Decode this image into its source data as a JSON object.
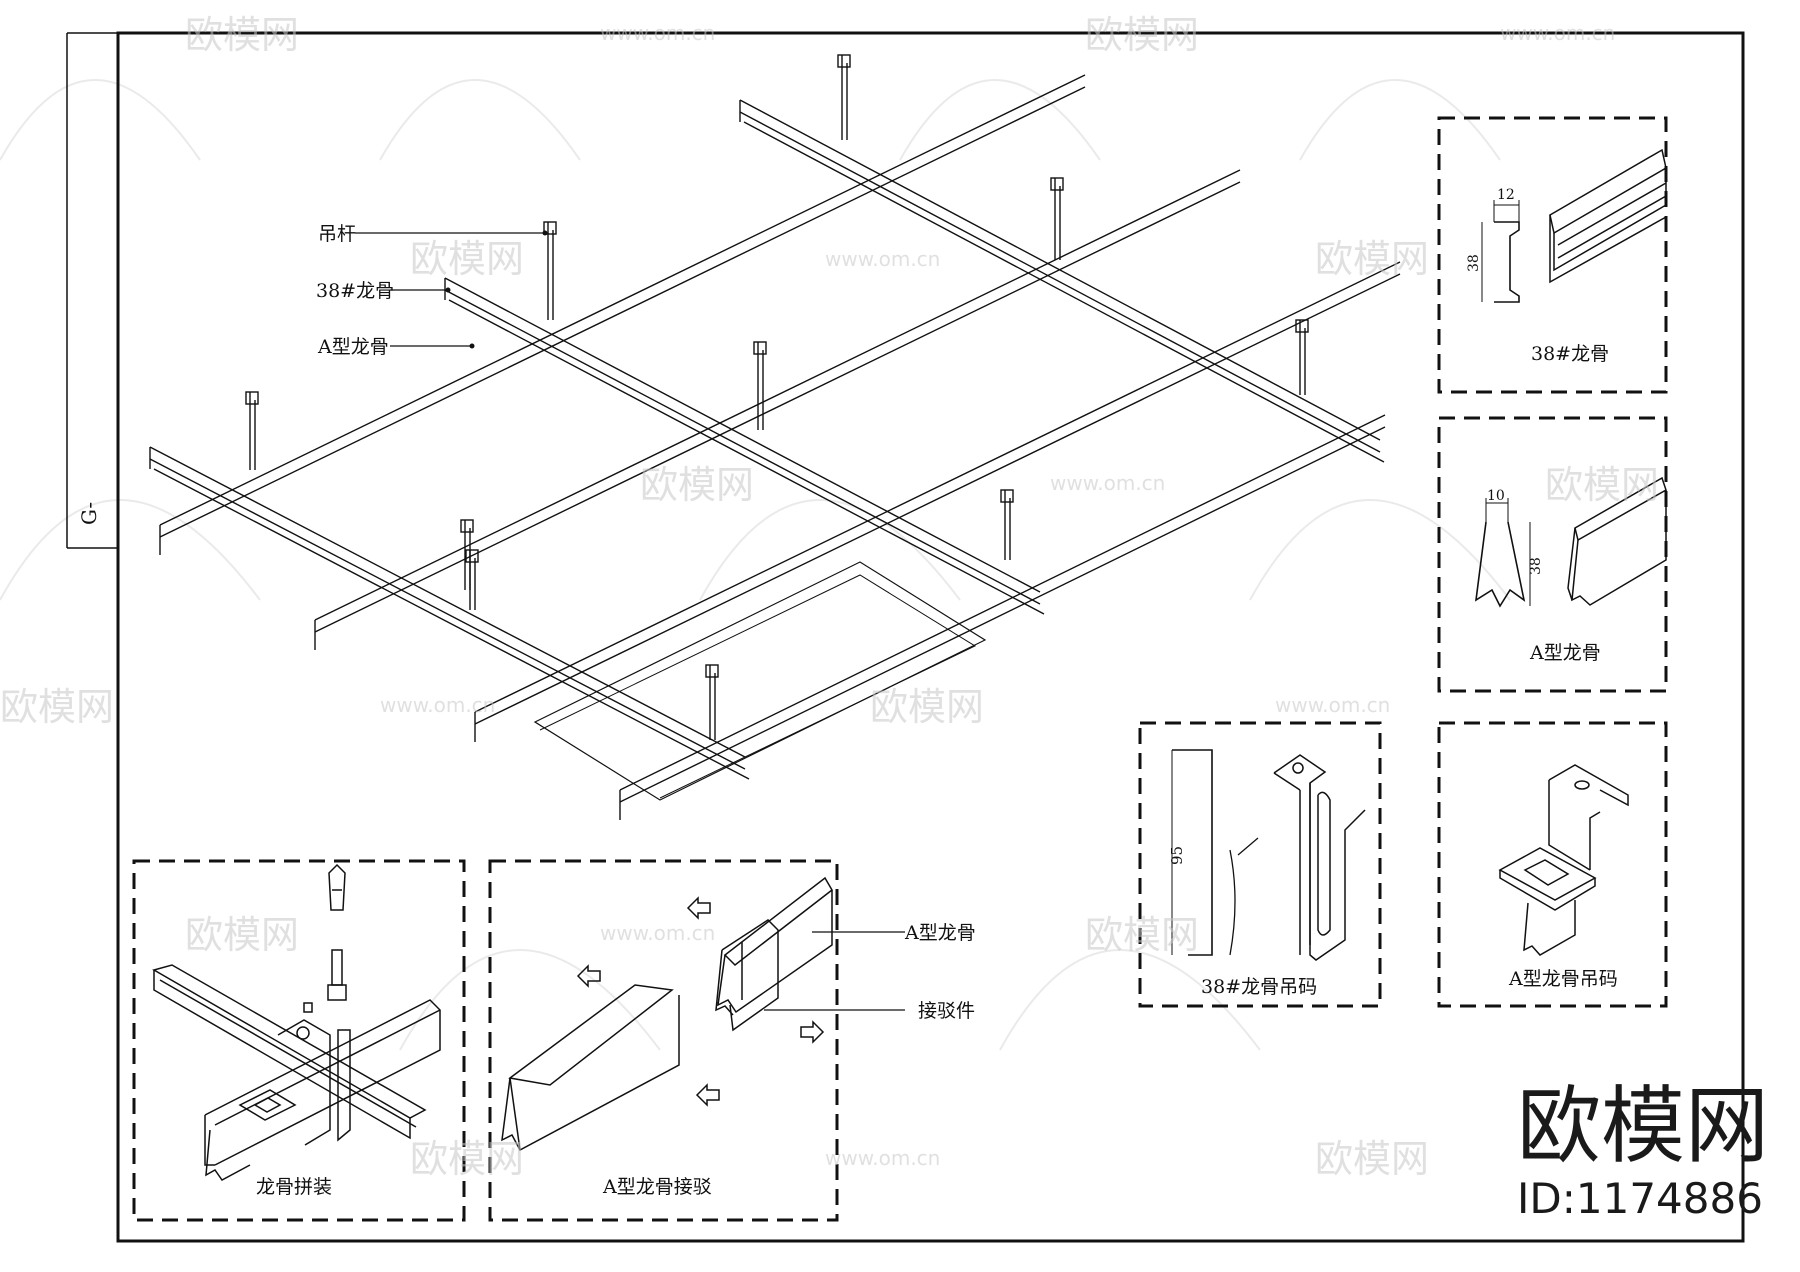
{
  "sheet": {
    "side_tab": "G-"
  },
  "main_view": {
    "callouts": {
      "hanger_rod": "吊杆",
      "main_runner": "38#龙骨",
      "a_runner": "A型龙骨"
    }
  },
  "details": {
    "main_runner": {
      "caption": "38#龙骨",
      "dim_width": "12",
      "dim_height": "38"
    },
    "a_runner": {
      "caption": "A型龙骨",
      "dim_width": "10",
      "dim_height": "38"
    },
    "main_clip": {
      "caption": "38#龙骨吊码",
      "dim_height": "95"
    },
    "a_clip": {
      "caption": "A型龙骨吊码"
    },
    "assembly": {
      "caption": "龙骨拼装"
    },
    "splice": {
      "caption": "A型龙骨接驳",
      "label_runner": "A型龙骨",
      "label_connector": "接驳件"
    }
  },
  "branding": {
    "logo_text": "欧模网",
    "id_text": "ID:1174886",
    "watermark_text": "欧模网",
    "watermark_url": "www.om.cn"
  }
}
